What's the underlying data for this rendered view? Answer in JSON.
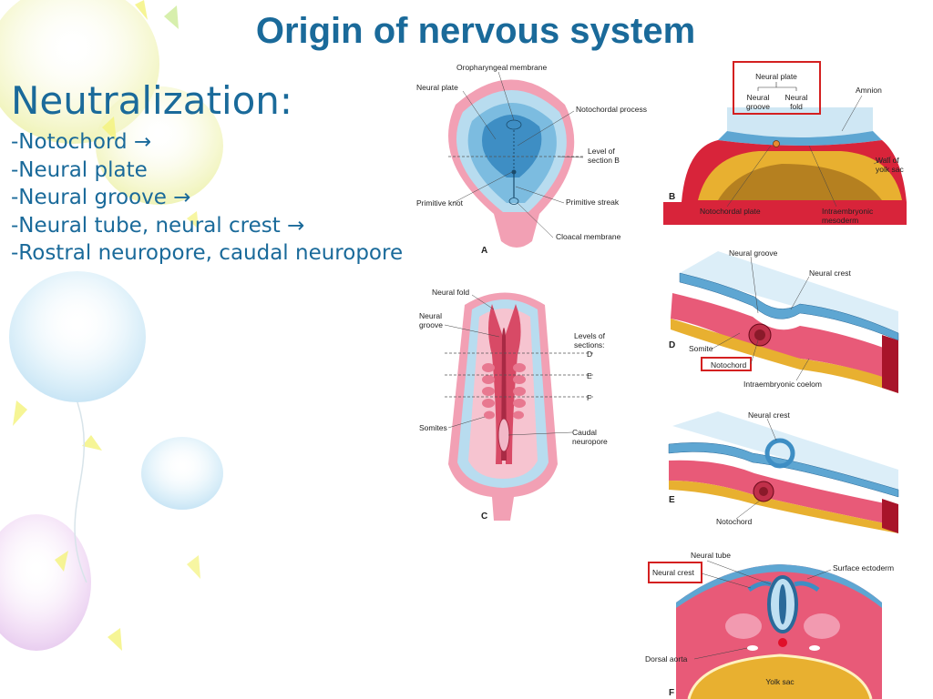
{
  "slide": {
    "title": "Origin of nervous system",
    "heading": "Neutralization:",
    "items": [
      {
        "text": "-Notochord",
        "arrow": "→"
      },
      {
        "text": "-Neural plate",
        "arrow": ""
      },
      {
        "text": "-Neural groove",
        "arrow": "→"
      },
      {
        "text": "-Neural tube, neural crest",
        "arrow": "→"
      },
      {
        "text": "-Rostral neuropore, caudal neuropore",
        "arrow": ""
      }
    ]
  },
  "figure": {
    "a": {
      "letter": "A",
      "oropharyngeal": "Oropharyngeal membrane",
      "neural_plate": "Neural plate",
      "notochordal_process": "Notochordal process",
      "level_1": "Level of",
      "level_2": "section B",
      "primitive_knot": "Primitive knot",
      "primitive_streak": "Primitive streak",
      "cloacal": "Cloacal membrane"
    },
    "b": {
      "letter": "B",
      "neural_plate": "Neural plate",
      "neural_groove_1": "Neural",
      "neural_groove_2": "groove",
      "neural_fold_1": "Neural",
      "neural_fold_2": "fold",
      "amnion": "Amnion",
      "wall_1": "Wall of",
      "wall_2": "yolk sac",
      "notochordal_plate": "Notochordal plate",
      "intra_1": "Intraembryonic",
      "intra_2": "mesoderm"
    },
    "c": {
      "letter": "C",
      "neural_fold": "Neural fold",
      "neural_groove_1": "Neural",
      "neural_groove_2": "groove",
      "levels_1": "Levels of",
      "levels_2": "sections:",
      "d": "D",
      "e": "E",
      "f": "F",
      "somites": "Somites",
      "caudal_1": "Caudal",
      "caudal_2": "neuropore"
    },
    "d": {
      "letter": "D",
      "neural_groove": "Neural groove",
      "neural_crest": "Neural crest",
      "somite": "Somite",
      "notochord": "Notochord",
      "coelom": "Intraembryonic coelom"
    },
    "e": {
      "letter": "E",
      "neural_crest": "Neural crest",
      "notochord": "Notochord"
    },
    "f": {
      "letter": "F",
      "neural_tube": "Neural tube",
      "neural_crest": "Neural crest",
      "surface_ectoderm": "Surface ectoderm",
      "dorsal_aorta": "Dorsal aorta",
      "yolk_sac": "Yolk sac"
    }
  },
  "colors": {
    "title": "#1a6a9a",
    "highlight_box": "#d42020",
    "ectoderm": "#8ec4e6",
    "mesoderm": "#e85a78",
    "yolk": "#e8b030"
  }
}
